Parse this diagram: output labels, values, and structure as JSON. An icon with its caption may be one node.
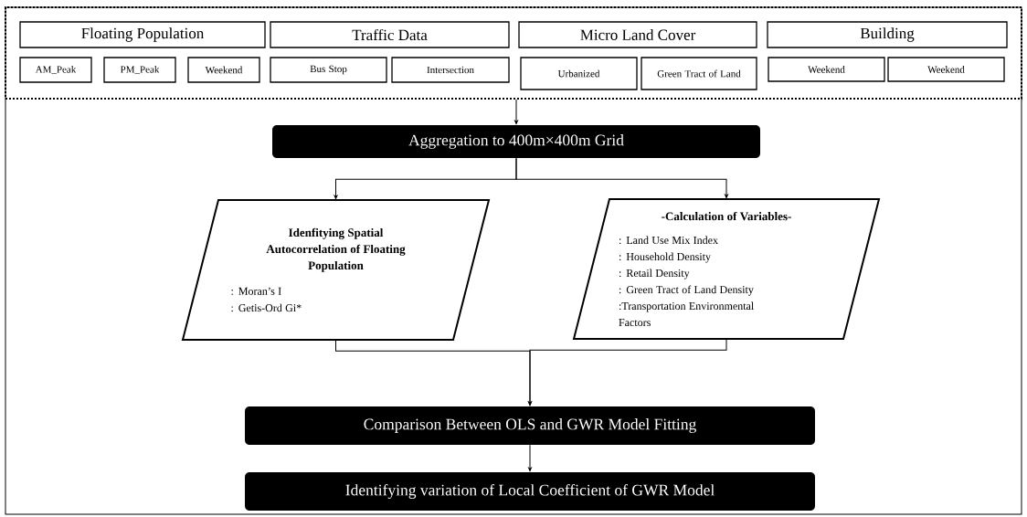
{
  "diagram": {
    "nodes": [
      {
        "text": [],
        "shape": "box"
      },
      {
        "text": [
          "Floating Population"
        ],
        "in": 0
      },
      {
        "text": [
          "Traffic Data"
        ],
        "in": 0
      },
      {
        "text": [
          "Micro Land Cover"
        ],
        "in": 0
      },
      {
        "text": [
          "Building"
        ],
        "in": 0
      },
      {
        "text": [
          "AM_Peak"
        ],
        "in": 0
      },
      {
        "text": [
          "PM_Peak"
        ],
        "in": 0
      },
      {
        "text": [
          "Weekend"
        ],
        "in": 0
      },
      {
        "text": [
          "Bus Stop"
        ],
        "in": 0
      },
      {
        "text": [
          "Intersection"
        ],
        "in": 0
      },
      {
        "text": [
          "Urbanized"
        ],
        "in": 0
      },
      {
        "text": [
          "Green Tract of Land"
        ],
        "in": 0
      },
      {
        "text": [
          "Weekend"
        ],
        "in": 0
      },
      {
        "text": [
          "Weekend"
        ],
        "in": 0
      },
      {
        "text": [
          "Aggregation to 400m×400m Grid"
        ]
      },
      {
        "text": [
          "Idenfitying Spatial Autocorrelation of Floating Population",
          ": Moran’s I",
          ": Getis-Ord Gi*"
        ]
      },
      {
        "text": [
          "-Calculation of Variables-",
          ": Land Use Mix Index",
          ": Household Density",
          ": Retail Density",
          ": Green Tract of Land Density",
          ":Transportation Environmental Factors"
        ]
      },
      {
        "text": [
          "Comparison Between OLS and GWR Model Fitting"
        ]
      },
      {
        "text": [
          "Identifying variation of Local Coefficient of GWR Model"
        ]
      }
    ],
    "edges": [
      {
        "from": 0,
        "to": 14,
        "arrow": "to"
      },
      {
        "from": 14,
        "to": 15,
        "arrow": "to"
      },
      {
        "from": 14,
        "to": 16,
        "arrow": "to"
      },
      {
        "from": 15,
        "to": 17,
        "arrow": "to"
      },
      {
        "from": 16,
        "to": 17,
        "arrow": "to"
      },
      {
        "from": 17,
        "to": 18,
        "arrow": "to"
      }
    ]
  }
}
